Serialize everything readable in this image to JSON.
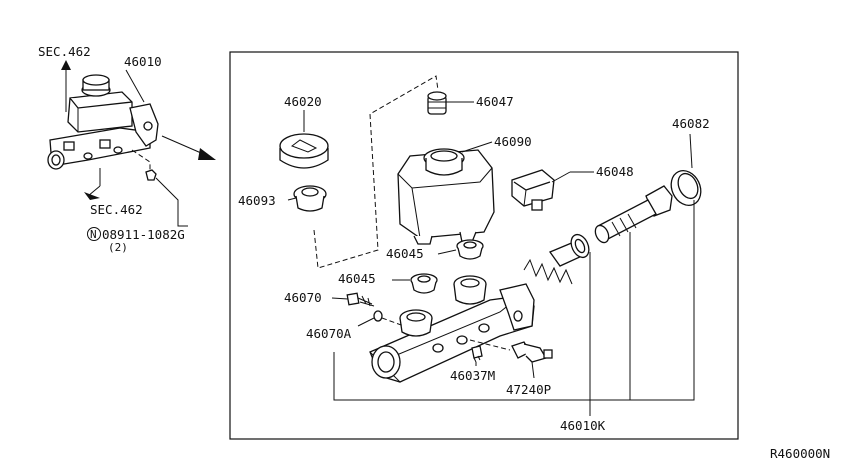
{
  "diagram": {
    "ref_code": "R460000N",
    "sec_top": "SEC.462",
    "sec_bottom": "SEC.462",
    "nut_circle": "N",
    "nut_part": "08911-1082G",
    "nut_qty": "(2)",
    "parts": {
      "p46010": "46010",
      "p46020": "46020",
      "p46047": "46047",
      "p46090": "46090",
      "p46082": "46082",
      "p46048": "46048",
      "p46093": "46093",
      "p46045a": "46045",
      "p46045b": "46045",
      "p46070": "46070",
      "p46070A": "46070A",
      "p46037M": "46037M",
      "p47240P": "47240P",
      "p46010K": "46010K"
    }
  }
}
